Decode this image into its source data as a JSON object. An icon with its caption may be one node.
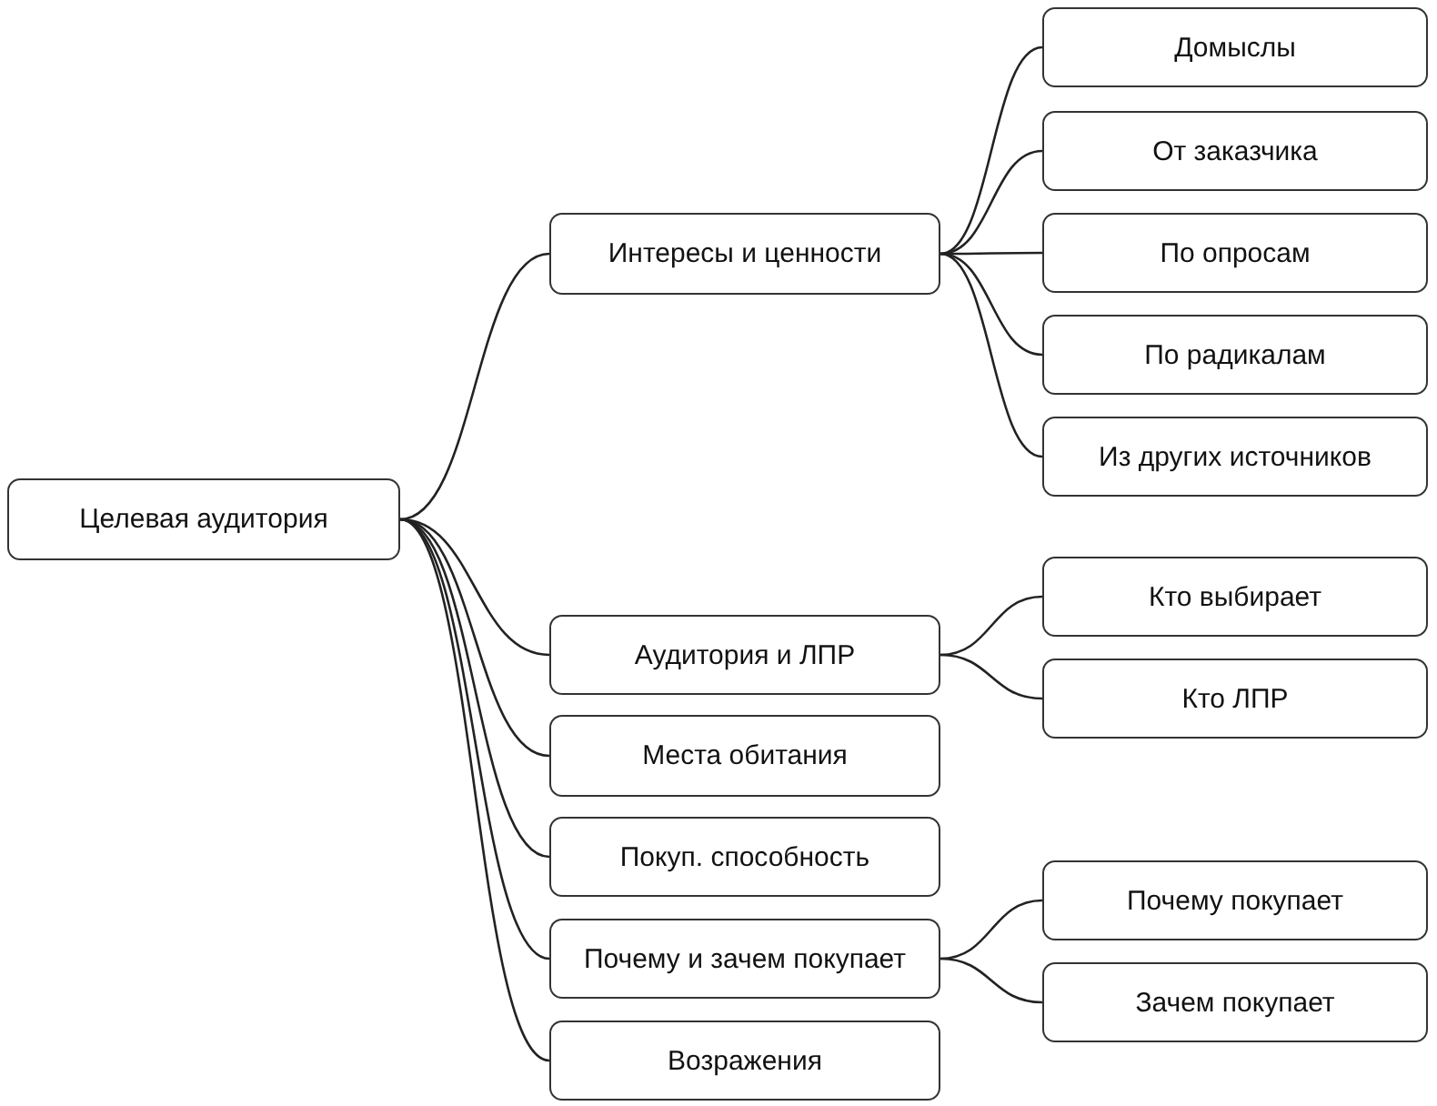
{
  "diagram": {
    "nodes": [
      {
        "text": [
          "Целевая аудитория"
        ]
      },
      {
        "text": [
          "Интересы и ценности"
        ]
      },
      {
        "text": [
          "Домыслы"
        ]
      },
      {
        "text": [
          "От заказчика"
        ]
      },
      {
        "text": [
          "По опросам"
        ]
      },
      {
        "text": [
          "По радикалам"
        ]
      },
      {
        "text": [
          "Из других источников"
        ]
      },
      {
        "text": [
          "Аудитория и ЛПР"
        ]
      },
      {
        "text": [
          "Кто выбирает"
        ]
      },
      {
        "text": [
          "Кто ЛПР"
        ]
      },
      {
        "text": [
          "Места обитания"
        ]
      },
      {
        "text": [
          "Покуп. способность"
        ]
      },
      {
        "text": [
          "Почему и зачем покупает"
        ]
      },
      {
        "text": [
          "Почему покупает"
        ]
      },
      {
        "text": [
          "Зачем покупает"
        ]
      },
      {
        "text": [
          "Возражения"
        ]
      }
    ],
    "edges": [
      {
        "from": 0,
        "to": 1,
        "arrow": "none"
      },
      {
        "from": 1,
        "to": 2,
        "arrow": "none"
      },
      {
        "from": 1,
        "to": 3,
        "arrow": "none"
      },
      {
        "from": 1,
        "to": 4,
        "arrow": "none"
      },
      {
        "from": 1,
        "to": 5,
        "arrow": "none"
      },
      {
        "from": 1,
        "to": 6,
        "arrow": "none"
      },
      {
        "from": 0,
        "to": 7,
        "arrow": "none"
      },
      {
        "from": 7,
        "to": 8,
        "arrow": "none"
      },
      {
        "from": 7,
        "to": 9,
        "arrow": "none"
      },
      {
        "from": 0,
        "to": 10,
        "arrow": "none"
      },
      {
        "from": 0,
        "to": 11,
        "arrow": "none"
      },
      {
        "from": 0,
        "to": 12,
        "arrow": "none"
      },
      {
        "from": 12,
        "to": 13,
        "arrow": "none"
      },
      {
        "from": 12,
        "to": 14,
        "arrow": "none"
      },
      {
        "from": 0,
        "to": 15,
        "arrow": "none"
      }
    ]
  }
}
